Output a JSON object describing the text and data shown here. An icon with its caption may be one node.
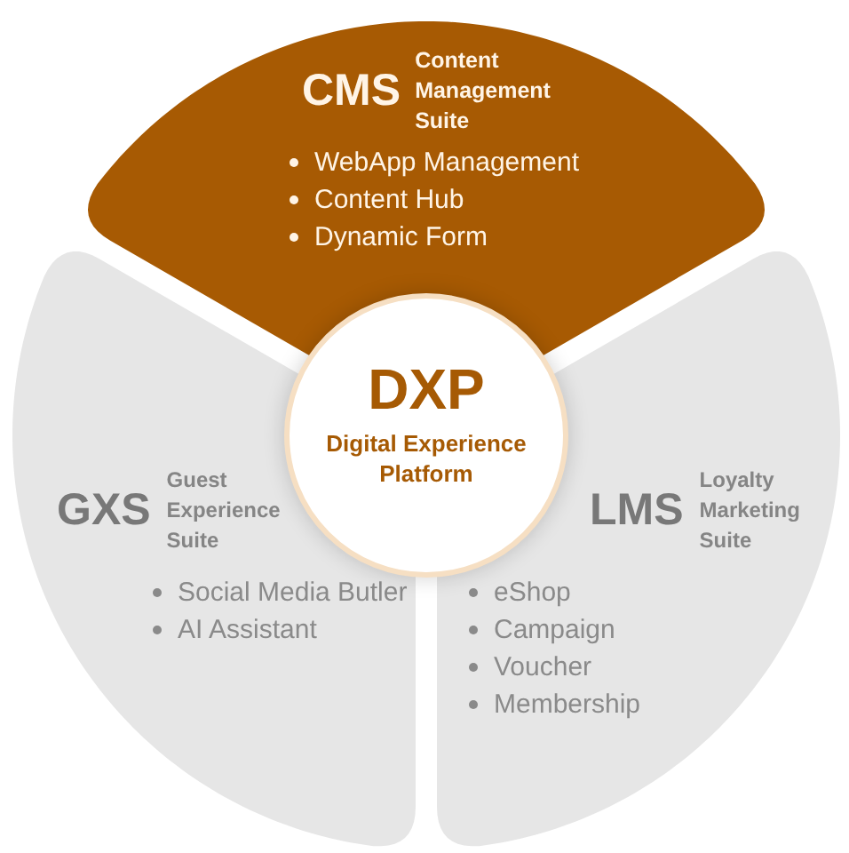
{
  "diagram": {
    "nodes": [
      {
        "text": [
          "CMS",
          "Content Management Suite",
          "WebApp Management",
          "Content Hub",
          "Dynamic Form"
        ]
      },
      {
        "text": [
          "DXP",
          "Digital Experience Platform"
        ]
      },
      {
        "text": [
          "GXS",
          "Guest Experience Suite",
          "Social Media Butler",
          "AI Assistant"
        ]
      },
      {
        "text": [
          "LMS",
          "Loyalty Marketing Suite",
          "eShop",
          "Campaign",
          "Voucher",
          "Membership"
        ]
      }
    ]
  }
}
